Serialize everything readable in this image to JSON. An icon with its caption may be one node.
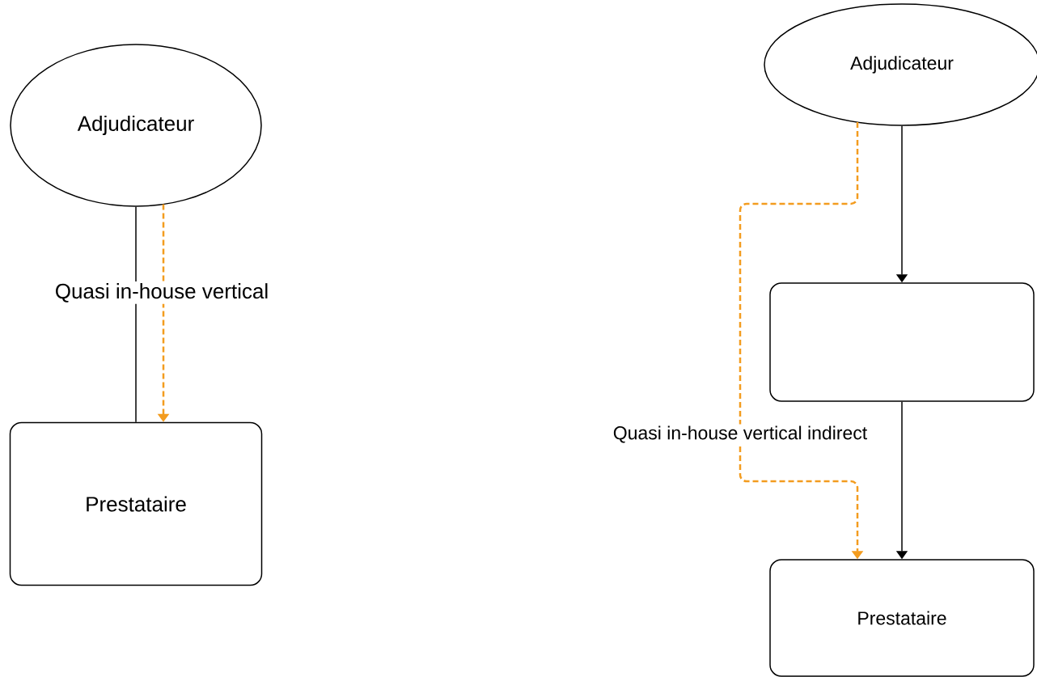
{
  "diagram": {
    "nodes": [
      {
        "text": [
          "Adjudicateur"
        ]
      },
      {
        "text": [
          "Prestataire"
        ]
      },
      {
        "text": [
          "Adjudicateur"
        ]
      },
      {
        "text": [],
        "shape": "box"
      },
      {
        "text": [
          "Prestataire"
        ]
      }
    ],
    "edges": [
      {
        "from": 0,
        "to": 1,
        "arrow": "none"
      },
      {
        "from": 0,
        "to": 1,
        "arrow": "to",
        "style": "dashed",
        "color": "#f39c1f",
        "label": "Quasi in-house vertical"
      },
      {
        "from": 2,
        "to": 3,
        "arrow": "to"
      },
      {
        "from": 3,
        "to": 4,
        "arrow": "to"
      },
      {
        "from": 2,
        "to": 4,
        "arrow": "to",
        "style": "dashed",
        "color": "#f39c1f",
        "label": "Quasi in-house vertical indirect"
      }
    ]
  }
}
